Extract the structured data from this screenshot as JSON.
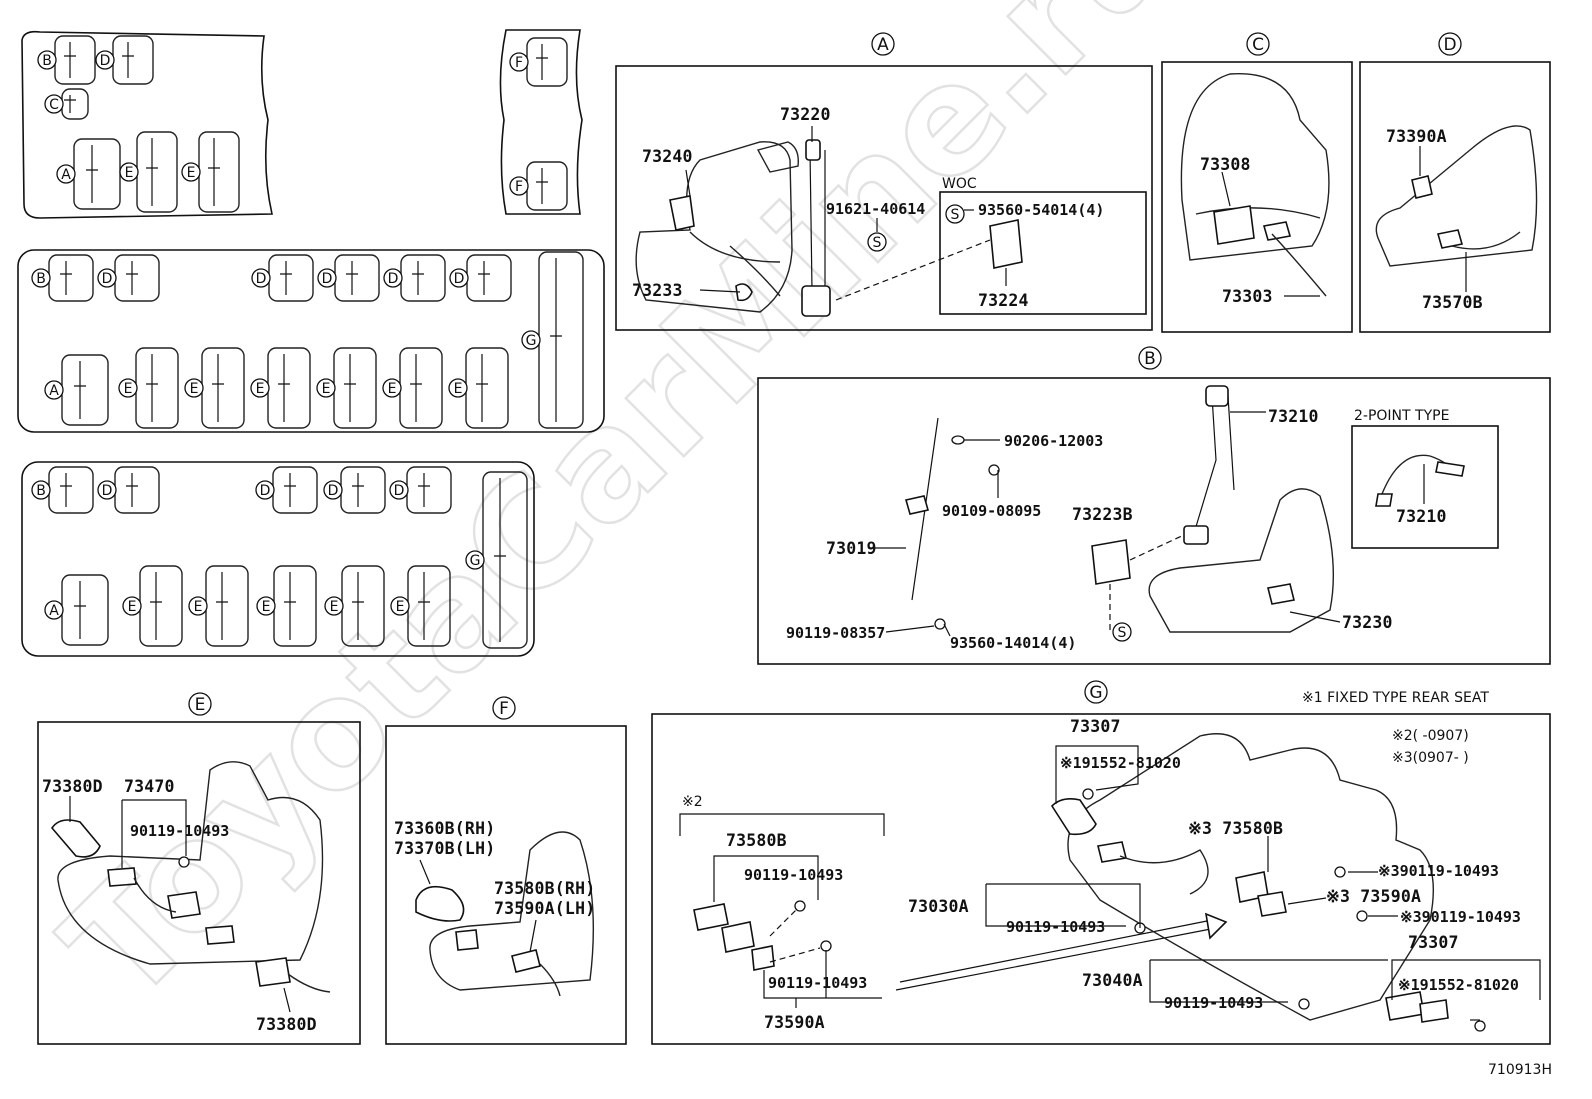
{
  "watermark": "ToyotaCarMine.ru",
  "figure_code": "710913H",
  "notes": {
    "fixed_type": "※1 FIXED TYPE REAR SEAT",
    "note2": "※2(     -0907)",
    "note3": "※3(0907-     )"
  },
  "layout_labels": {
    "A": "A",
    "B": "B",
    "C": "C",
    "D": "D",
    "E": "E",
    "F": "F",
    "G": "G"
  },
  "panel_a": {
    "title": "A",
    "woc": "WOC",
    "parts": {
      "p73220": "73220",
      "p73240": "73240",
      "p91621": "91621-40614",
      "p93560": "93560-54014(4)",
      "p73224": "73224",
      "p73233": "73233"
    }
  },
  "panel_c": {
    "title": "C",
    "parts": {
      "p73308": "73308",
      "p73303": "73303"
    }
  },
  "panel_d": {
    "title": "D",
    "parts": {
      "p73390a": "73390A",
      "p73570b": "73570B"
    }
  },
  "panel_b": {
    "title": "B",
    "two_point": "2-POINT TYPE",
    "parts": {
      "p73210": "73210",
      "p73210b": "73210",
      "p90206": "90206-12003",
      "p90109": "90109-08095",
      "p73223b": "73223B",
      "p73019": "73019",
      "p90119": "90119-08357",
      "p93560": "93560-14014(4)",
      "p73230": "73230"
    }
  },
  "panel_e": {
    "title": "E",
    "parts": {
      "p73380d_a": "73380D",
      "p73470": "73470",
      "p90119": "90119-10493",
      "p73380d_b": "73380D"
    }
  },
  "panel_f": {
    "title": "F",
    "parts": {
      "p73360b": "73360B(RH)",
      "p73370b": "73370B(LH)",
      "p73580b": "73580B(RH)",
      "p73590a": "73590A(LH)"
    }
  },
  "panel_g": {
    "title": "G",
    "parts": {
      "note2_mark": "※2",
      "p73580b_l": "73580B",
      "p90119_l1": "90119-10493",
      "p90119_l2": "90119-10493",
      "p73590a_l": "73590A",
      "p73307_t": "73307",
      "p191552_t": "※191552-81020",
      "p73030a": "73030A",
      "p90119_m": "90119-10493",
      "p73580b_r": "※3 73580B",
      "p90119_r1": "※390119-10493",
      "p73590a_r": "※3 73590A",
      "p90119_r2": "※390119-10493",
      "p73307_b": "73307",
      "p191552_b": "※191552-81020",
      "p73040a": "73040A",
      "p90119_b": "90119-10493"
    }
  }
}
